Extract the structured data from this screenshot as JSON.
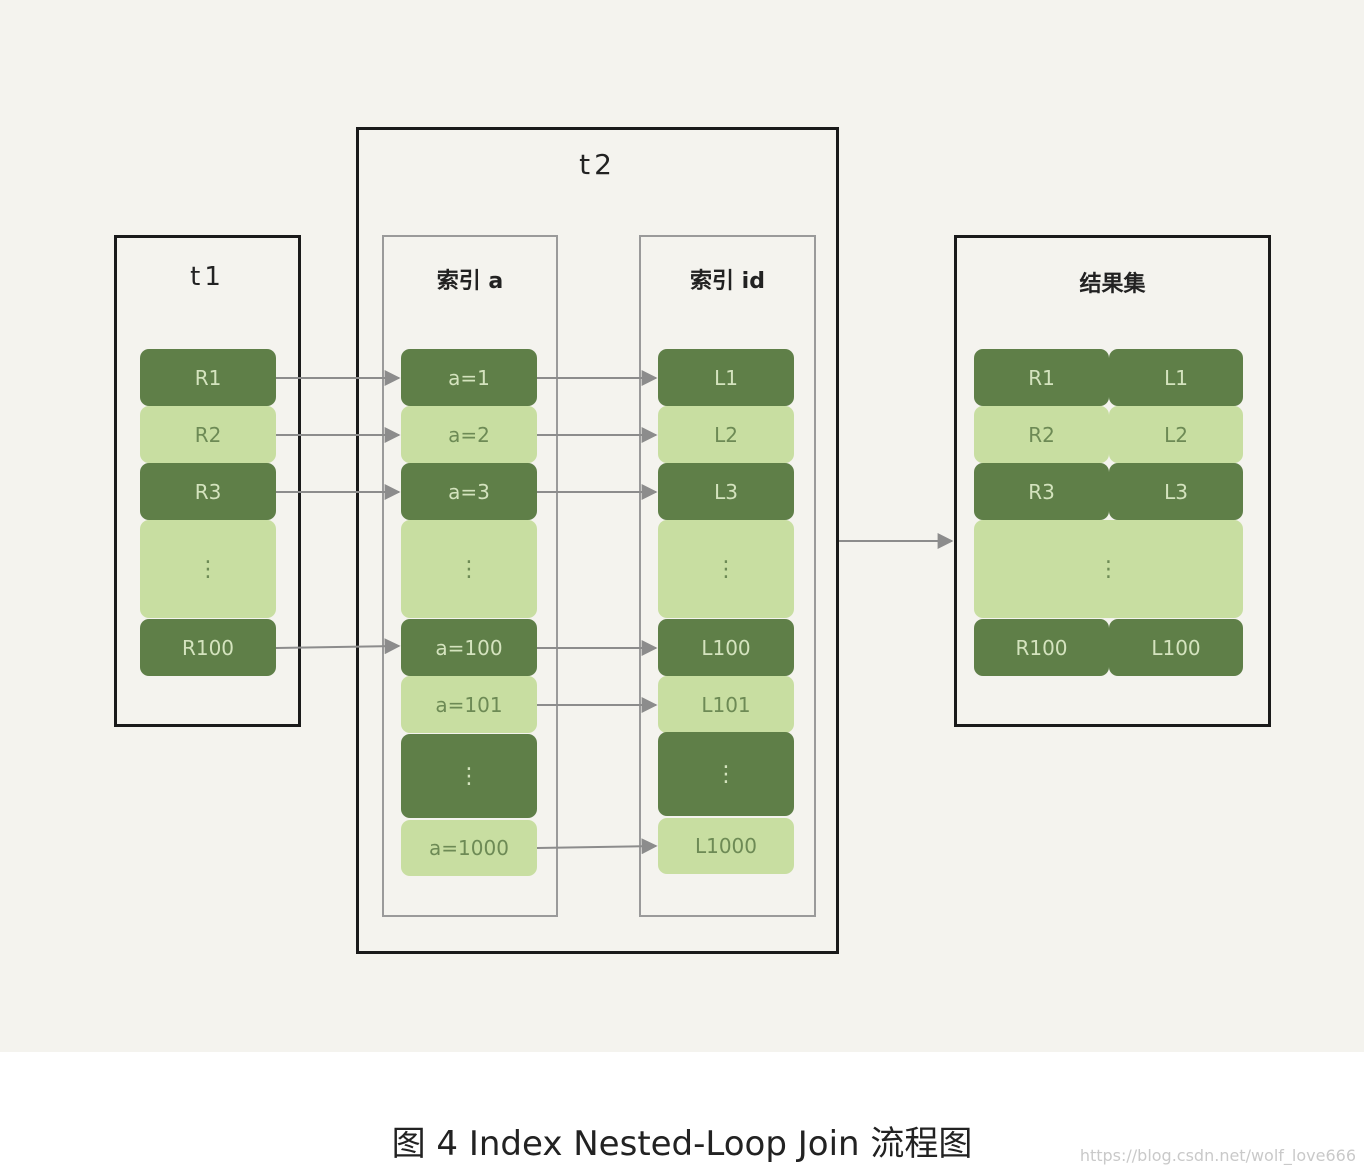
{
  "caption": "图 4 Index Nested-Loop Join 流程图",
  "watermark": "https://blog.csdn.net/wolf_love666",
  "t1": {
    "title": "t1",
    "rows": [
      {
        "label": "R1",
        "shade": "dark"
      },
      {
        "label": "R2",
        "shade": "light"
      },
      {
        "label": "R3",
        "shade": "dark"
      },
      {
        "label": "⋮",
        "shade": "light",
        "ellipsis": true
      },
      {
        "label": "R100",
        "shade": "dark"
      }
    ]
  },
  "t2": {
    "title": "t2",
    "index_a": {
      "title": "索引 a",
      "rows": [
        {
          "label": "a=1",
          "shade": "dark"
        },
        {
          "label": "a=2",
          "shade": "light"
        },
        {
          "label": "a=3",
          "shade": "dark"
        },
        {
          "label": "⋮",
          "shade": "light",
          "ellipsis": true
        },
        {
          "label": "a=100",
          "shade": "dark"
        },
        {
          "label": "a=101",
          "shade": "light"
        },
        {
          "label": "⋮",
          "shade": "dark",
          "ellipsis": true
        },
        {
          "label": "a=1000",
          "shade": "light"
        }
      ]
    },
    "index_id": {
      "title": "索引 id",
      "rows": [
        {
          "label": "L1",
          "shade": "dark"
        },
        {
          "label": "L2",
          "shade": "light"
        },
        {
          "label": "L3",
          "shade": "dark"
        },
        {
          "label": "⋮",
          "shade": "light",
          "ellipsis": true
        },
        {
          "label": "L100",
          "shade": "dark"
        },
        {
          "label": "L101",
          "shade": "light"
        },
        {
          "label": "⋮",
          "shade": "dark",
          "ellipsis": true
        },
        {
          "label": "L1000",
          "shade": "light"
        }
      ]
    }
  },
  "result": {
    "title": "结果集",
    "rows": [
      {
        "left": "R1",
        "right": "L1",
        "shade": "dark"
      },
      {
        "left": "R2",
        "right": "L2",
        "shade": "light"
      },
      {
        "left": "R3",
        "right": "L3",
        "shade": "dark"
      },
      {
        "left": "⋮",
        "right": "",
        "shade": "light",
        "ellipsis": true
      },
      {
        "left": "R100",
        "right": "L100",
        "shade": "dark"
      }
    ]
  },
  "colors": {
    "dark": "#5f7f48",
    "light": "#c8dea1",
    "arrow": "#8c8c8c"
  }
}
